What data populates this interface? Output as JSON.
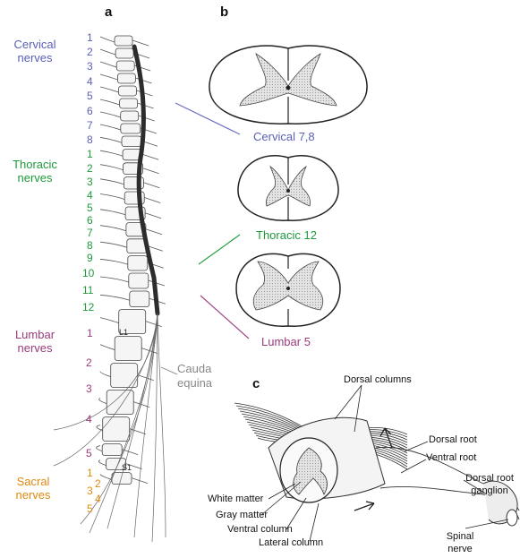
{
  "panels": {
    "a": "a",
    "b": "b",
    "c": "c"
  },
  "groups": {
    "cervical": "Cervical nerves",
    "thoracic": "Thoracic nerves",
    "lumbar": "Lumbar nerves",
    "sacral": "Sacral nerves"
  },
  "numbers": {
    "cervical": [
      "1",
      "2",
      "3",
      "4",
      "5",
      "6",
      "7",
      "8"
    ],
    "thoracic": [
      "1",
      "2",
      "3",
      "4",
      "5",
      "6",
      "7",
      "8",
      "9",
      "10",
      "11",
      "12"
    ],
    "lumbar": [
      "1",
      "2",
      "3",
      "4",
      "5"
    ],
    "sacral": [
      "1",
      "2",
      "3",
      "4",
      "5"
    ]
  },
  "vertebra_labels": {
    "l1": "L1",
    "s1": "S1"
  },
  "cauda_equina": "Cauda equina",
  "sections": {
    "cervical": "Cervical 7,8",
    "thoracic": "Thoracic 12",
    "lumbar": "Lumbar 5"
  },
  "c_labels": {
    "dorsal_columns": "Dorsal columns",
    "dorsal_root": "Dorsal root",
    "ventral_root": "Ventral root",
    "dorsal_root_ganglion": "Dorsal root ganglion",
    "white_matter": "White matter",
    "gray_matter": "Gray matter",
    "ventral_column": "Ventral column",
    "lateral_column": "Lateral column",
    "spinal_nerve": "Spinal nerve"
  },
  "colors": {
    "cervical": "#5a5fb8",
    "thoracic": "#1e9a3c",
    "lumbar": "#9a3b7b",
    "sacral": "#e08a10",
    "cauda": "#888888"
  }
}
